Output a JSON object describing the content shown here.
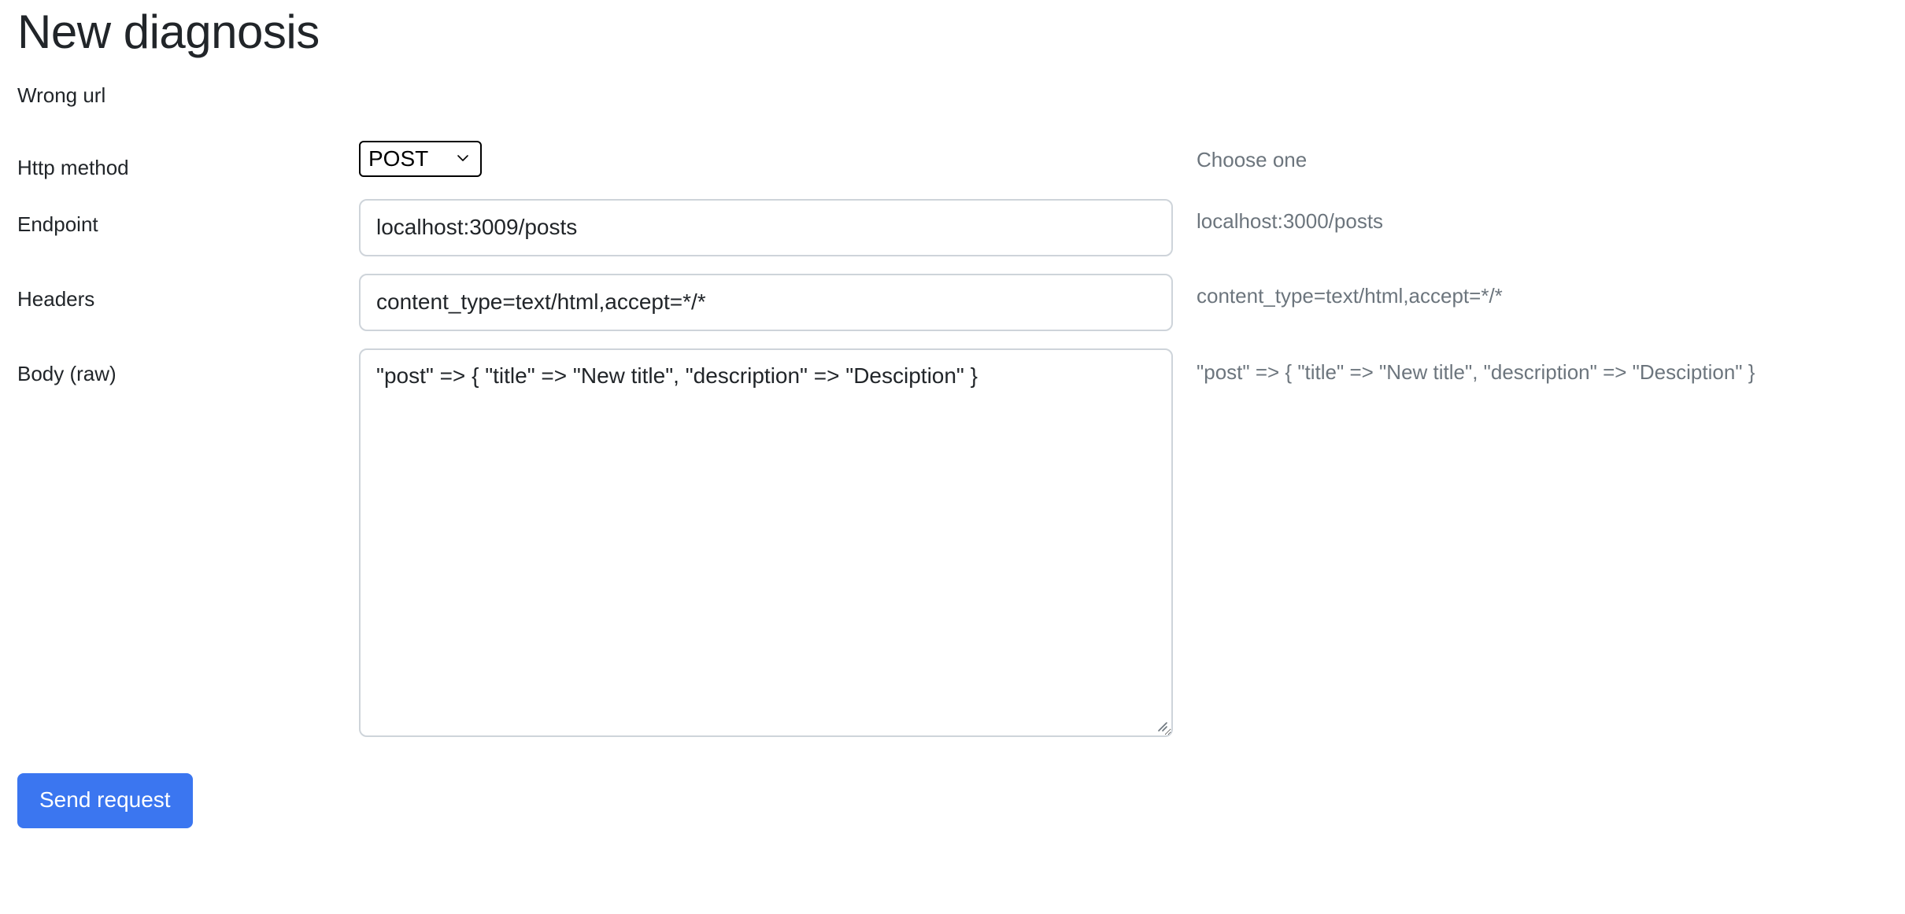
{
  "page": {
    "title": "New diagnosis",
    "flash_message": "Wrong url"
  },
  "form": {
    "fields": [
      {
        "key": "http_method",
        "label": "Http method",
        "control": "select",
        "value": "POST",
        "options": [
          "POST"
        ],
        "hint": "Choose one",
        "chevron_icon": "chevron-down-icon"
      },
      {
        "key": "endpoint",
        "label": "Endpoint",
        "control": "text",
        "value": "localhost:3009/posts",
        "placeholder": "",
        "hint": "localhost:3000/posts"
      },
      {
        "key": "headers",
        "label": "Headers",
        "control": "text",
        "value": "content_type=text/html,accept=*/*",
        "placeholder": "",
        "hint": "content_type=text/html,accept=*/*"
      },
      {
        "key": "body_raw",
        "label": "Body (raw)",
        "control": "textarea",
        "value": "\"post\" => { \"title\" => \"New title\", \"description\" => \"Desciption\" }",
        "placeholder": "",
        "hint": "\"post\" => { \"title\" => \"New title\", \"description\" => \"Desciption\" }",
        "resize_handle_icon": "resize-grip-icon"
      }
    ],
    "submit_label": "Send request"
  },
  "colors": {
    "accent": "#3b76f0",
    "text": "#212529",
    "muted": "#6c757d",
    "input_border": "#ced4da",
    "select_border": "#000000"
  }
}
